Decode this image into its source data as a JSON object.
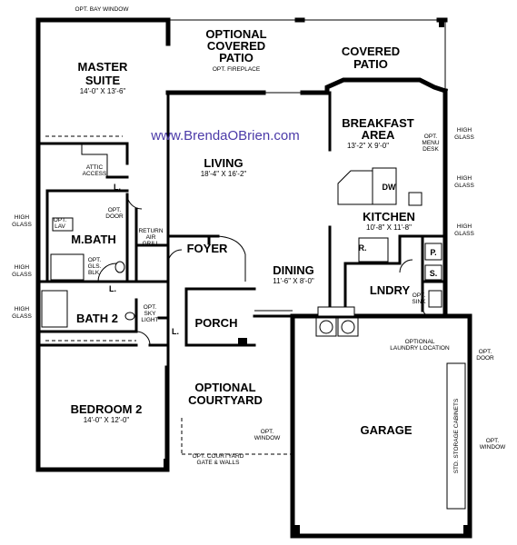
{
  "watermark": "www.BrendaOBrien.com",
  "rooms": {
    "master": {
      "name1": "MASTER",
      "name2": "SUITE",
      "dims": "14'-0\" X 13'-6\""
    },
    "opt_patio": {
      "name1": "OPTIONAL",
      "name2": "COVERED",
      "name3": "PATIO",
      "note": "OPT. FIREPLACE"
    },
    "covered_patio": {
      "name1": "COVERED",
      "name2": "PATIO"
    },
    "breakfast": {
      "name1": "BREAKFAST",
      "name2": "AREA",
      "dims": "13'-2\" X 9'-0\""
    },
    "living": {
      "name": "LIVING",
      "dims": "18'-4\" X 16'-2\""
    },
    "kitchen": {
      "name": "KITCHEN",
      "dims": "10'-8\" X 11'-8\""
    },
    "mbath": {
      "name": "M.BATH"
    },
    "foyer": {
      "name": "FOYER"
    },
    "dining": {
      "name": "DINING",
      "dims": "11'-6\" X 8'-0\""
    },
    "lndry": {
      "name": "LNDRY"
    },
    "bath2": {
      "name": "BATH 2"
    },
    "porch": {
      "name": "PORCH"
    },
    "courtyard": {
      "name1": "OPTIONAL",
      "name2": "COURTYARD"
    },
    "bedroom2": {
      "name": "BEDROOM 2",
      "dims": "14'-0\" X 12'-0\""
    },
    "garage": {
      "name": "GARAGE"
    }
  },
  "notes": {
    "opt_bay_window": "OPT. BAY WINDOW",
    "attic1": "ATTIC",
    "attic2": "ACCESS",
    "opt_lav1": "OPT.",
    "opt_lav2": "LAV",
    "opt_door1": "OPT.",
    "opt_door2": "DOOR",
    "return1": "RETURN",
    "return2": "AIR",
    "return3": "GRILL",
    "opt_gls1": "OPT.",
    "opt_gls2": "GLS.",
    "opt_gls3": "BLK.",
    "opt_sky1": "OPT.",
    "opt_sky2": "SKY",
    "opt_sky3": "LIGHT",
    "opt_menu1": "OPT.",
    "opt_menu2": "MENU",
    "opt_menu3": "DESK",
    "dw": "DW",
    "r": "R.",
    "p": "P.",
    "s": "S.",
    "l1": "L.",
    "l2": "L.",
    "l3": "L.",
    "opt_sink1": "OPT.",
    "opt_sink2": "SINK",
    "opt_laundry1": "OPTIONAL",
    "opt_laundry2": "LAUNDRY LOCATION",
    "opt_door_garage1": "OPT.",
    "opt_door_garage2": "DOOR",
    "opt_window_court1": "OPT.",
    "opt_window_court2": "WINDOW",
    "opt_gate1": "OPT. COURTYARD",
    "opt_gate2": "GATE & WALLS",
    "std_storage": "STD. STORAGE CABINETS",
    "opt_window_garage1": "OPT.",
    "opt_window_garage2": "WINDOW"
  },
  "high_glass": {
    "line1": "HIGH",
    "line2": "GLASS"
  }
}
